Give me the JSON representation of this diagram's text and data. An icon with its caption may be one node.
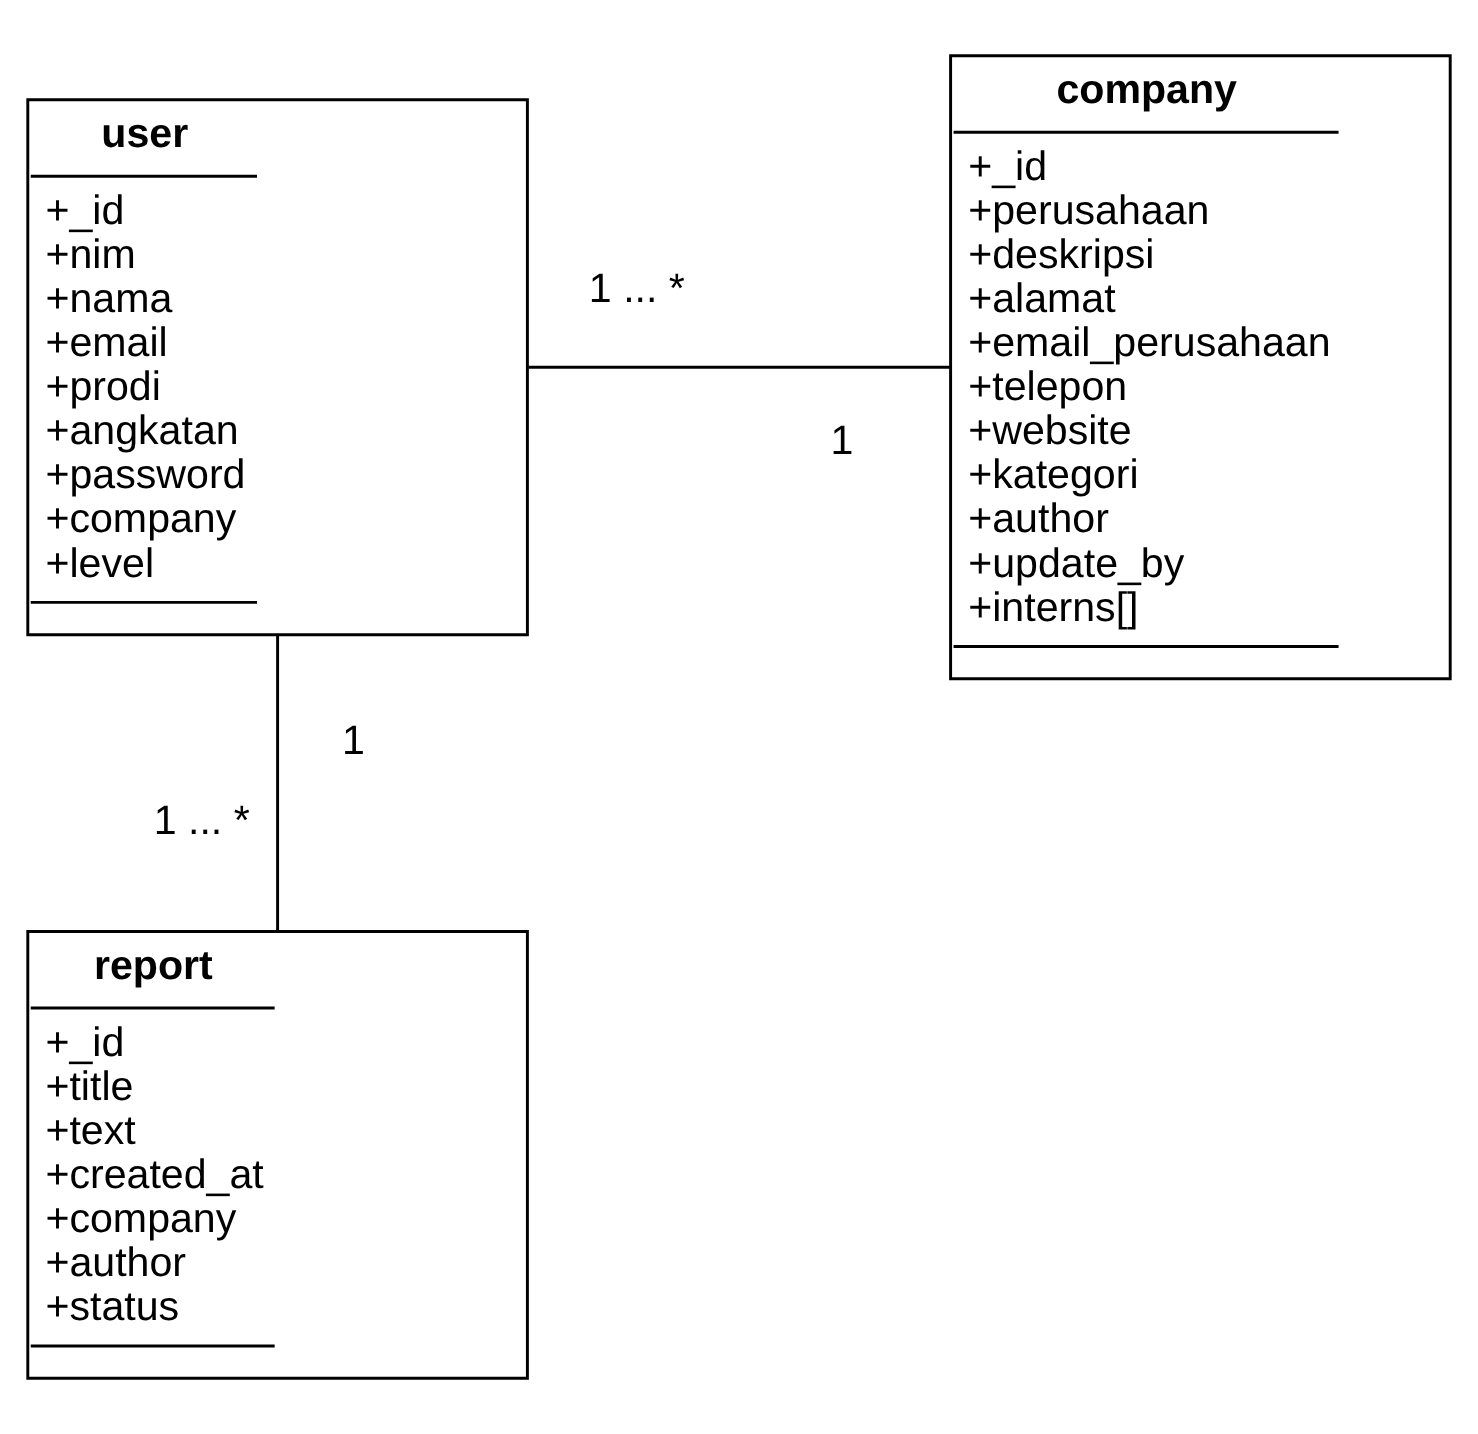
{
  "diagram": {
    "nodes": [
      {
        "text": [
          "user",
          "+_id",
          "+nim",
          "+nama",
          "+email",
          "+prodi",
          "+angkatan",
          "+password",
          "+company",
          "+level"
        ]
      },
      {
        "text": [
          "company",
          "+_id",
          "+perusahaan",
          "+deskripsi",
          "+alamat",
          "+email_perusahaan",
          "+telepon",
          "+website",
          "+kategori",
          "+author",
          "+update_by",
          "+interns[]"
        ]
      },
      {
        "text": [
          "report",
          "+_id",
          "+title",
          "+text",
          "+created_at",
          "+company",
          "+author",
          "+status"
        ]
      }
    ],
    "edges": [
      {
        "from": 0,
        "to": 1,
        "arrow": "none"
      },
      {
        "from": 0,
        "to": 2,
        "arrow": "none"
      }
    ],
    "labels": [
      "1 ... *",
      "1",
      "1",
      "1 ... *"
    ]
  }
}
